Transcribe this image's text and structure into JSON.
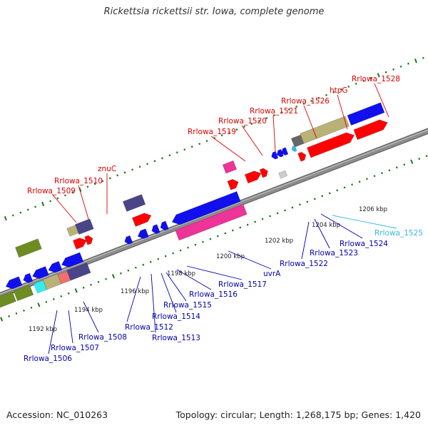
{
  "title": "Rickettsia rickettsii str. Iowa, complete genome",
  "footer": {
    "accession": "Accession: NC_010263",
    "stats": "Topology: circular; Length: 1,268,175 bp; Genes: 1,420"
  },
  "colors": {
    "forward_label": "#dd0000",
    "reverse_label": "#0000aa",
    "highlight_label": "#33bbdd",
    "backbone": "#8c8c8c",
    "tick": "#1a7a1a",
    "gene_red": "#ff0000",
    "gene_blue": "#1010ee",
    "gene_magenta": "#ee3399",
    "gene_olive": "#6e8c22",
    "gene_khaki": "#b9b176",
    "gene_navy": "#4a4488",
    "gene_gray": "#666666",
    "gene_lightgray": "#cccccc",
    "gene_cyan": "#33eeee",
    "gene_salmon": "#f07070"
  },
  "scale_labels": [
    "1192 kbp",
    "1194 kbp",
    "1196 kbp",
    "1198 kbp",
    "1200 kbp",
    "1202 kbp",
    "1204 kbp",
    "1206 kbp"
  ],
  "gene_labels": {
    "forward": [
      "Rrlowa_1509",
      "Rrlowa_1510",
      "znuC",
      "Rrlowa_1519",
      "Rrlowa_1520",
      "Rrlowa_1521",
      "Rrlowa_1526",
      "htpG",
      "Rrlowa_1528"
    ],
    "reverse": [
      "Rrlowa_1506",
      "Rrlowa_1507",
      "Rrlowa_1508",
      "Rrlowa_1512",
      "Rrlowa_1513",
      "Rrlowa_1514",
      "Rrlowa_1515",
      "Rrlowa_1516",
      "Rrlowa_1517",
      "uvrA",
      "Rrlowa_1522",
      "Rrlowa_1523",
      "Rrlowa_1524",
      "Rrlowa_1525"
    ]
  }
}
